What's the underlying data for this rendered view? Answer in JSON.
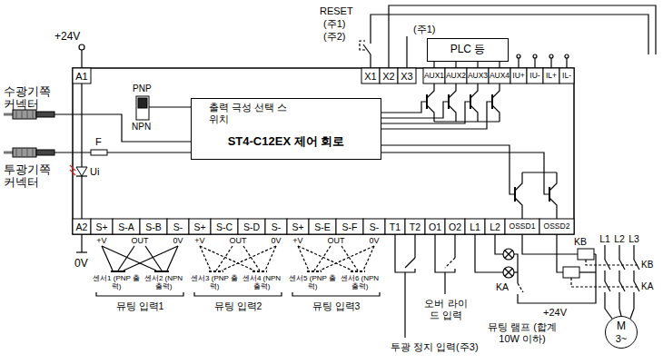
{
  "diagram": {
    "nodes": [
      {
        "text": [
          "ST4-C12EX 제어 회로"
        ]
      },
      {
        "text": [
          "PLC 등"
        ]
      },
      {
        "text": [
          "M",
          "3~"
        ]
      }
    ],
    "labels": [
      "+24V",
      "RESET",
      "(주1)",
      "(주2)",
      "(주1)",
      "수광기쪽 커넥터",
      "투광기쪽 커넥터",
      "PNP",
      "NPN",
      "출력 극성 선택 스위치",
      "A1",
      "X1",
      "X2",
      "X3",
      "AUX1",
      "AUX2",
      "AUX3",
      "AUX4",
      "IU+",
      "IU-",
      "IL+",
      "IL-",
      "F",
      "Ui",
      "A2",
      "S+",
      "S-A",
      "S-B",
      "S-",
      "S+",
      "S-C",
      "S-D",
      "S-",
      "S+",
      "S-E",
      "S-F",
      "S-",
      "T1",
      "T2",
      "O1",
      "O2",
      "L1",
      "L2",
      "OSSD1",
      "OSSD2",
      "0V",
      "+V",
      "OUT",
      "0V",
      "+V",
      "OUT",
      "0V",
      "+V",
      "OUT",
      "0V",
      "센서1 (PNP 출력)",
      "센서2 (NPN 출력)",
      "센서3 (PNP 출력)",
      "센서4 (NPN 출력)",
      "센서5 (PNP 출력)",
      "센서6 (NPN 출력)",
      "뮤팅 입력1",
      "뮤팅 입력2",
      "뮤팅 입력3",
      "오버 라이드 입력",
      "투광 정지 입력(주3)",
      "뮤팅 램프 (합계 10W 이하)",
      "+24V",
      "KB",
      "KA",
      "L1",
      "L2",
      "L3",
      "KB",
      "KA"
    ]
  }
}
